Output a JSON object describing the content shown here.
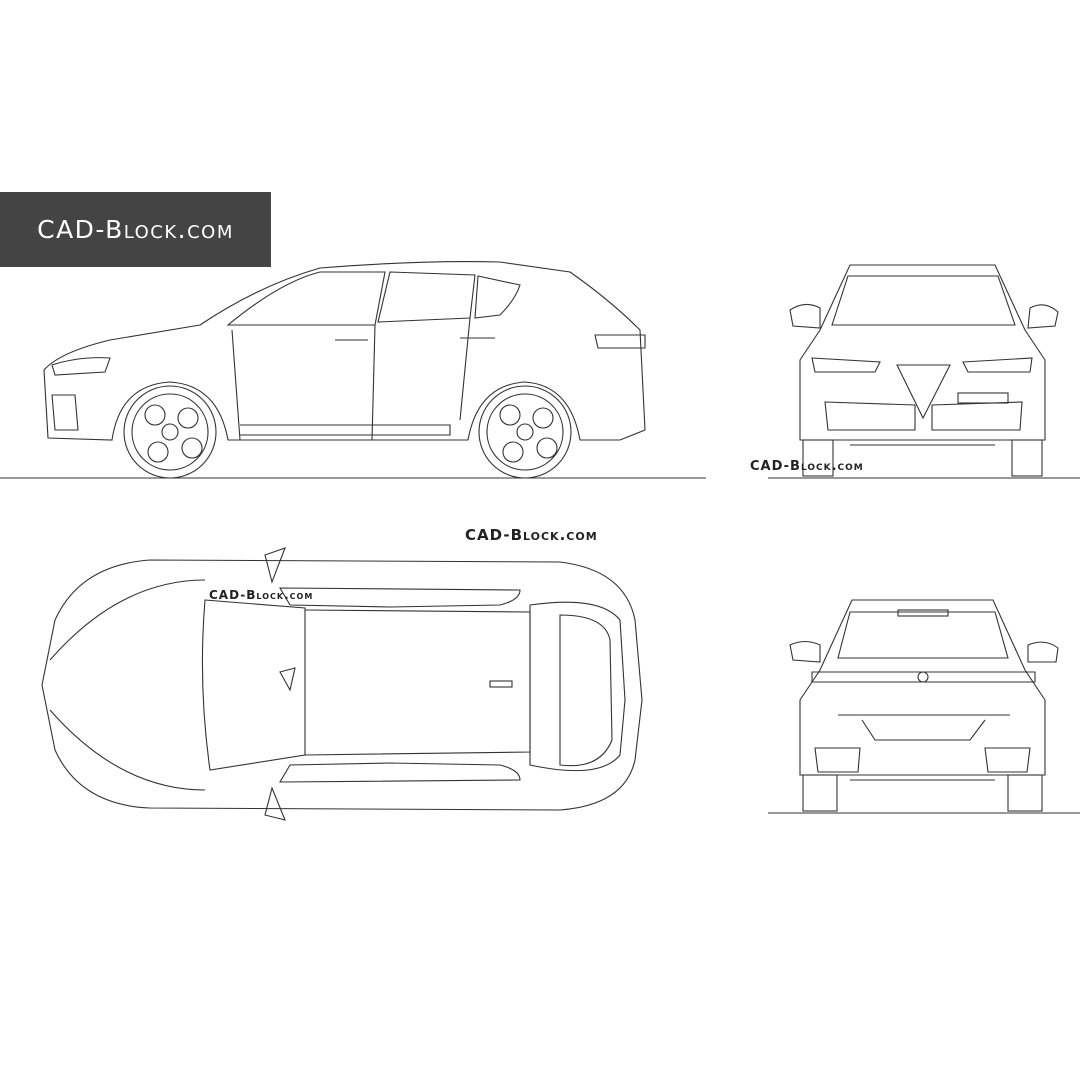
{
  "logo": {
    "text": "CAD-Block.com",
    "background": "#444444",
    "color": "#ffffff"
  },
  "watermarks": {
    "front": "CAD-Block.com",
    "top_right": "CAD-Block.com",
    "top_view": "CAD-Block.com"
  },
  "views": [
    "side",
    "front",
    "top",
    "rear"
  ],
  "line_color": "#333333"
}
